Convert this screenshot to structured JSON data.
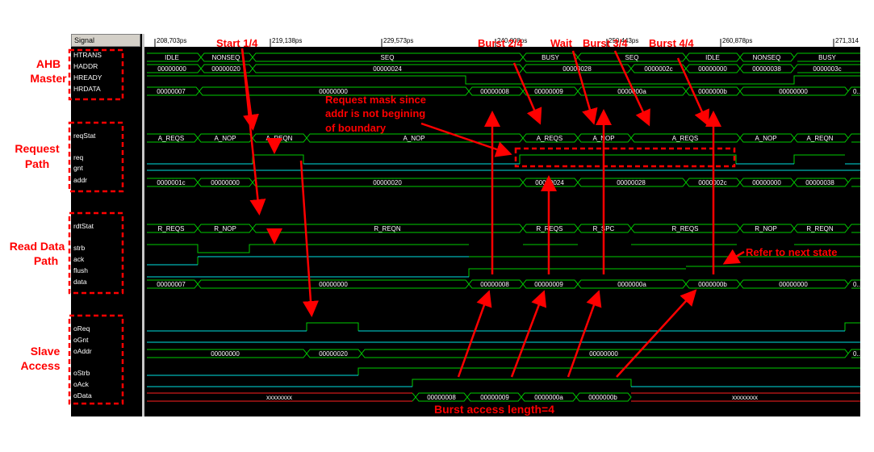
{
  "signal_header": "Signal",
  "ruler_ticks": [
    "208,703ps",
    "219,138ps",
    "229,573ps",
    "240,008ps",
    "250,443ps",
    "260,878ps",
    "271,314"
  ],
  "groups": [
    {
      "lines": [
        "AHB",
        "Master"
      ]
    },
    {
      "lines": [
        "Request",
        "Path"
      ]
    },
    {
      "lines": [
        "Read Data",
        "Path"
      ]
    },
    {
      "lines": [
        "Slave",
        "Access"
      ]
    }
  ],
  "signals": [
    "HTRANS",
    "HADDR",
    "HREADY",
    "HRDATA",
    "reqStat",
    "req",
    "gnt",
    "addr",
    "rdtStat",
    "strb",
    "ack",
    "flush",
    "data",
    "oReq",
    "oGnt",
    "oAddr",
    "oStrb",
    "oAck",
    "oData"
  ],
  "bus_values": {
    "htrans": [
      "IDLE",
      "NONSEQ",
      "SEQ",
      "BUSY",
      "SEQ",
      "IDLE",
      "NONSEQ",
      "BUSY"
    ],
    "haddr": [
      "00000000",
      "00000020",
      "00000024",
      "00000028",
      "0000002c",
      "00000000",
      "00000038",
      "0000003c"
    ],
    "hrdata": [
      "00000007",
      "00000000",
      "00000008",
      "00000009",
      "0000000a",
      "0000000b",
      "00000000",
      "0..."
    ],
    "reqstat": [
      "A_REQS",
      "A_NOP",
      "A_REQN",
      "A_NOP",
      "A_REQS",
      "A_NOP",
      "A_REQS",
      "A_NOP",
      "A_REQN"
    ],
    "addr": [
      "0000001c",
      "00000000",
      "00000020",
      "00000024",
      "00000028",
      "0000002c",
      "00000000",
      "00000038"
    ],
    "rdtstat": [
      "R_REQS",
      "R_NOP",
      "R_REQN",
      "R_REQS",
      "R_SPC",
      "R_REQS",
      "R_NOP",
      "R_REQN"
    ],
    "data": [
      "00000007",
      "00000000",
      "00000008",
      "00000009",
      "0000000a",
      "0000000b",
      "00000000",
      "0..."
    ],
    "oaddr": [
      "00000000",
      "00000020",
      "00000000",
      "0..."
    ],
    "odata": [
      "xxxxxxxx",
      "00000008",
      "00000009",
      "0000000a",
      "0000000b",
      "xxxxxxxx"
    ]
  },
  "annotations": {
    "start": "Start 1/4",
    "burst2": "Burst 2/4",
    "wait": "Wait",
    "burst3": "Burst 3/4",
    "burst4": "Burst 4/4",
    "mask_line1": "Request mask since",
    "mask_line2": "addr is not begining",
    "mask_line3": "of boundary",
    "refer": "Refer to next state",
    "burst_len": "Burst access length=4"
  },
  "colors": {
    "annotation": "#ff0000",
    "bus": "#00cc00",
    "line": "#00ffff",
    "background": "#000000"
  }
}
